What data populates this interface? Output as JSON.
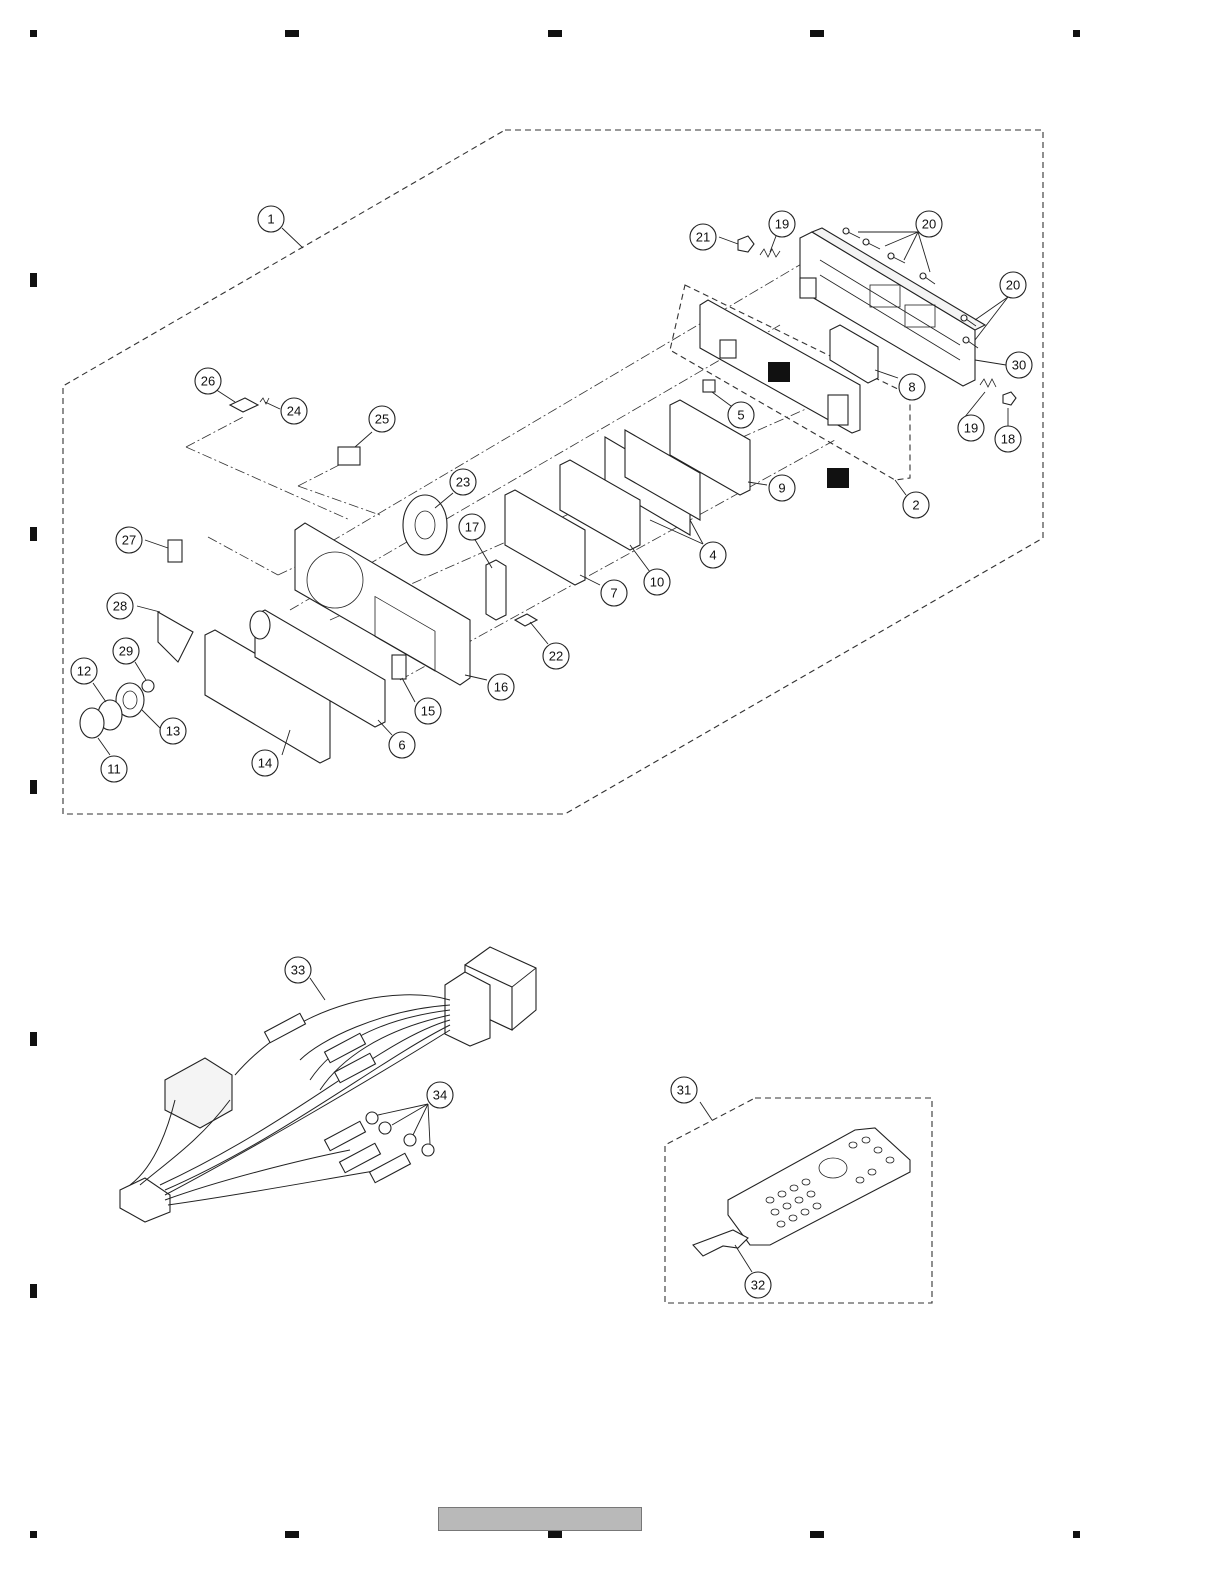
{
  "diagram": {
    "section_main_assembly": {
      "callouts": [
        "1",
        "2",
        "4",
        "5",
        "6",
        "7",
        "8",
        "9",
        "10",
        "11",
        "12",
        "13",
        "14",
        "15",
        "16",
        "17",
        "18",
        "19",
        "19",
        "20",
        "20",
        "21",
        "22",
        "23",
        "24",
        "25",
        "26",
        "27",
        "28",
        "29",
        "30"
      ]
    },
    "section_cable": {
      "callouts": [
        "33",
        "34"
      ]
    },
    "section_remote": {
      "callouts": [
        "31",
        "32"
      ]
    },
    "colors": {
      "line": "#222222",
      "registration_mark": "#111111",
      "footer_bar": "#b9b9b9"
    }
  }
}
